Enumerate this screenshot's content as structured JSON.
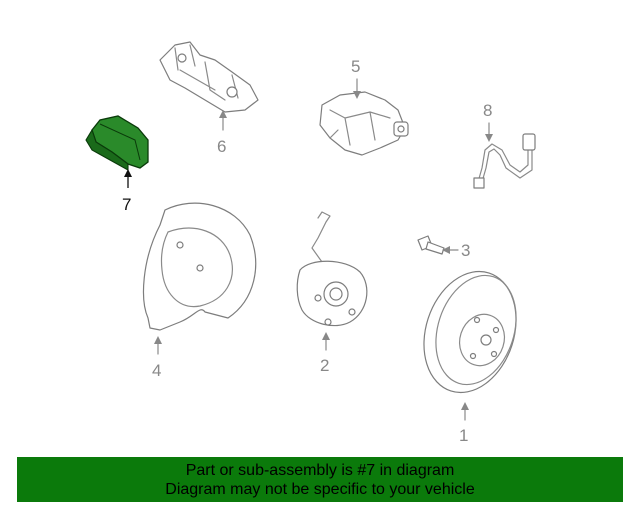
{
  "diagram": {
    "callouts": [
      {
        "id": "1",
        "label": "1"
      },
      {
        "id": "2",
        "label": "2"
      },
      {
        "id": "3",
        "label": "3"
      },
      {
        "id": "4",
        "label": "4"
      },
      {
        "id": "5",
        "label": "5"
      },
      {
        "id": "6",
        "label": "6"
      },
      {
        "id": "7",
        "label": "7",
        "highlighted": true
      },
      {
        "id": "8",
        "label": "8"
      }
    ],
    "highlight_color": "#1f7a1f"
  },
  "banner": {
    "line1": "Part or sub-assembly is #7 in diagram",
    "line2": "Diagram may not be specific to your vehicle",
    "background": "#0b7a0b"
  }
}
